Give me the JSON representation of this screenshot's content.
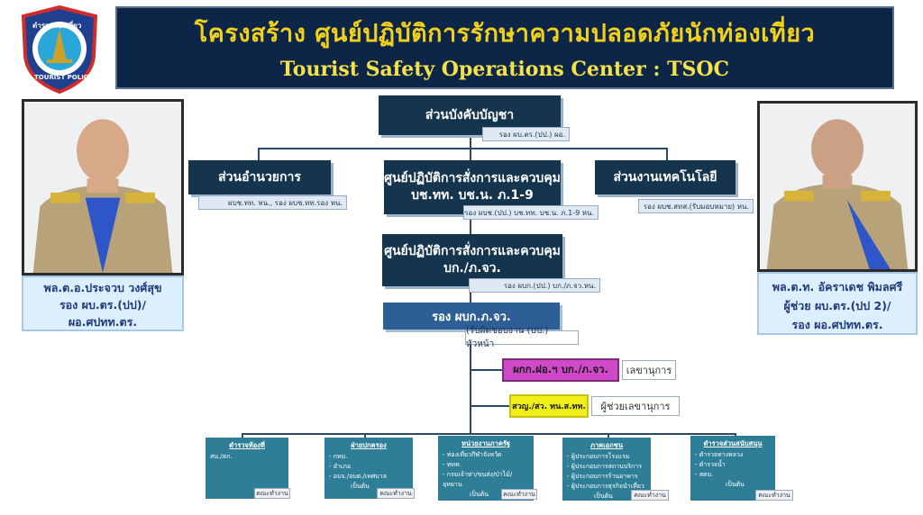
{
  "header": {
    "logo_text_top": "ตำรวจท่องเที่ยว",
    "logo_text_bottom": "TOURIST POLICE",
    "title_th": "โครงสร้าง ศูนย์ปฏิบัติการรักษาความปลอดภัยนักท่องเที่ยว",
    "title_en": "Tourist Safety Operations Center : TSOC"
  },
  "officials": {
    "left": {
      "line1": "พล.ต.อ.ประจวบ  วงศ์สุข",
      "line2": "รอง ผบ.ตร.(ปป)/",
      "line3": "ผอ.ศปทท.ตร."
    },
    "right": {
      "line1": "พล.ต.ท. อัคราเดช พิมลศรี",
      "line2": "ผู้ช่วย ผบ.ตร.(ปป 2)/",
      "line3": "รอง ผอ.ศปทท.ตร."
    }
  },
  "org": {
    "command": {
      "label": "ส่วนบังคับบัญชา",
      "tag": "รอง ผบ.ตร.(ปป.) ผอ."
    },
    "admin": {
      "label": "ส่วนอำนวยการ",
      "tag": "ผบช.ทท. หน., รอง ผบช.ทท.รอง หน."
    },
    "ops_center": {
      "line1": "ศูนย์ปฏิบัติการสั่งการและควบคุม",
      "line2": "บช.ทท. บช.น. ภ.1-9",
      "tag": "รอง ผบช.(ปป.) บช.ทท. บช.น. ภ.1-9 หน."
    },
    "tech": {
      "label": "ส่วนงานเทคโนโลยี",
      "tag": "รอง ผบช.สทส.(รับมอบหมาย) หน."
    },
    "ops_center2": {
      "line1": "ศูนย์ปฏิบัติการสั่งการและควบคุม",
      "line2": "บก./ภ.จว.",
      "tag": "รอง ผบก.(ปป.) บก./ภ.จว.หน."
    },
    "deputy": {
      "label": "รอง ผบก.ภ.จว.",
      "tag": "(รับผิดชอบงาน (ปป.) หัวหน้า"
    },
    "secretary": {
      "label": "ผกก.ฝอ.ฯ บก./ภ.จว.",
      "note": "เลขานุการ"
    },
    "asst_secretary": {
      "label": "สวญ./สว. ทน.ส.ทท.",
      "note": "ผู้ช่วยเลขานุการ"
    }
  },
  "teams": [
    {
      "heading": "ตำรวจท้องที่",
      "lines": [
        "สน./สภ."
      ],
      "suffix": "",
      "badge": "คณะทำงาน"
    },
    {
      "heading": "ฝ่ายปกครอง",
      "lines": [
        "- กทม.",
        "- อำเภอ",
        "- อบจ./อบต./เทศบาล"
      ],
      "suffix": "เป็นต้น",
      "badge": "คณะทำงาน"
    },
    {
      "heading": "หน่วยงานภาครัฐ",
      "lines": [
        "- ท่องเที่ยวกีฬาจังหวัด",
        "- ททท.",
        "- กรมเจ้าท่า/ขนส่ง/ป่าไม้/",
        "  อุทยาน"
      ],
      "suffix": "เป็นต้น",
      "badge": "คณะทำงาน"
    },
    {
      "heading": "ภาคเอกชน",
      "lines": [
        "- ผู้ประกอบการโรงแรม",
        "- ผู้ประกอบการสถานบริการ",
        "- ผู้ประกอบการร้านอาหาร",
        "- ผู้ประกอบการธุรกิจนำเที่ยว"
      ],
      "suffix": "เป็นต้น",
      "badge": "คณะทำงาน"
    },
    {
      "heading": "ตำรวจส่วนสนับสนุน",
      "lines": [
        "- ตำรวจทางหลวง",
        "- ตำรวจน้ำ",
        "- สตม."
      ],
      "suffix": "เป็นต้น",
      "badge": "คณะทำงาน"
    }
  ]
}
